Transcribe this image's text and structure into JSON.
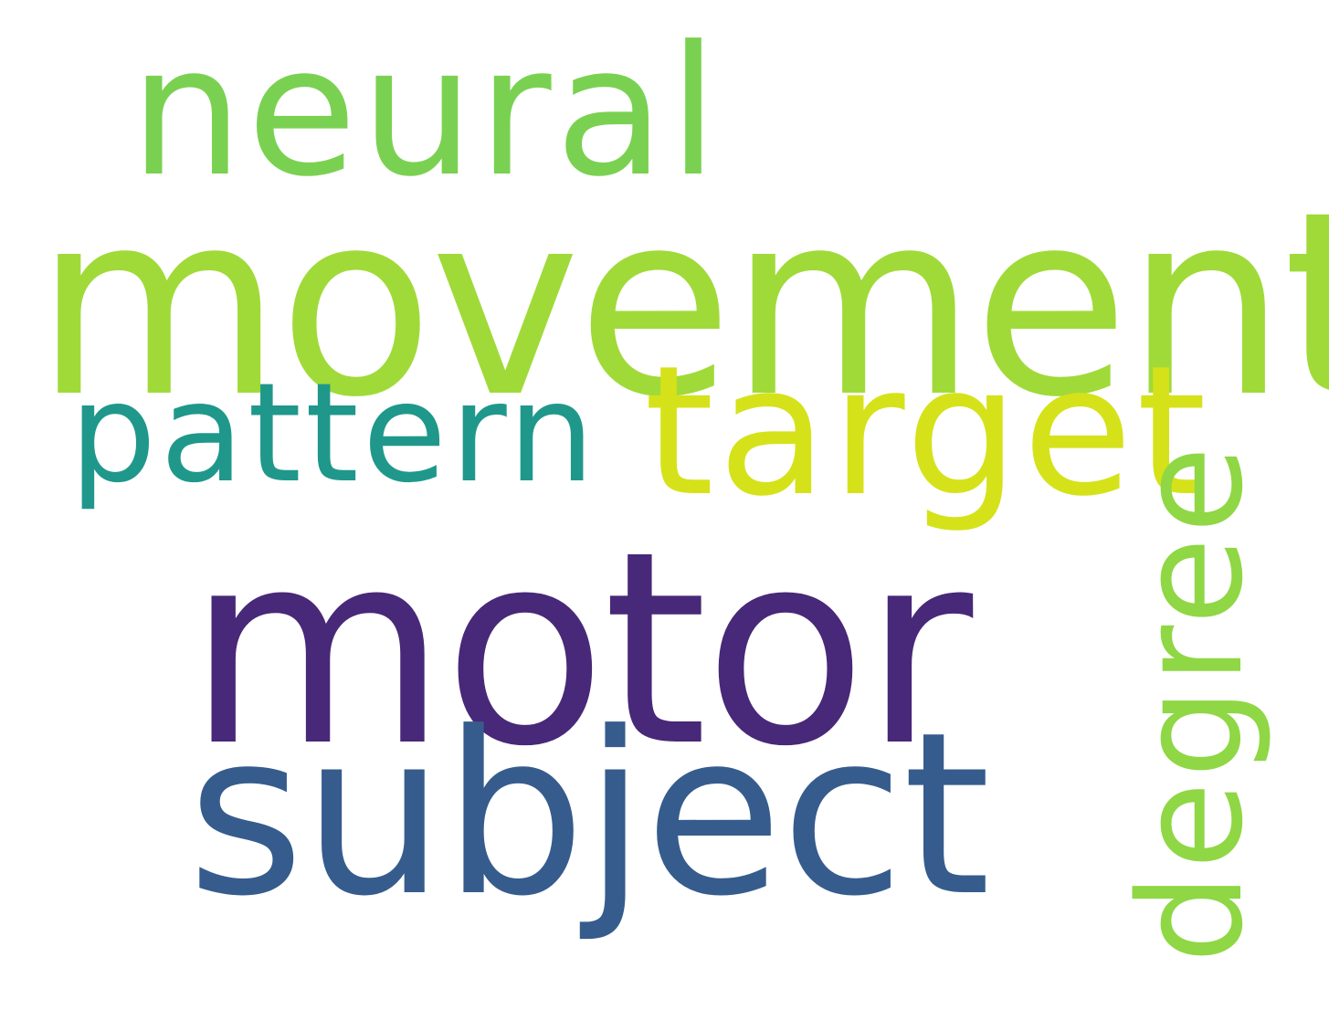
{
  "words": {
    "movement": {
      "text": "movement",
      "color": "#a0da39"
    },
    "motor": {
      "text": "motor",
      "color": "#482878"
    },
    "subject": {
      "text": "subject",
      "color": "#365c8d"
    },
    "neural": {
      "text": "neural",
      "color": "#7ad151"
    },
    "pattern": {
      "text": "pattern",
      "color": "#1f988b"
    },
    "target": {
      "text": "target",
      "color": "#d5e21a"
    },
    "degree": {
      "text": "degree",
      "color": "#8fd744"
    }
  }
}
